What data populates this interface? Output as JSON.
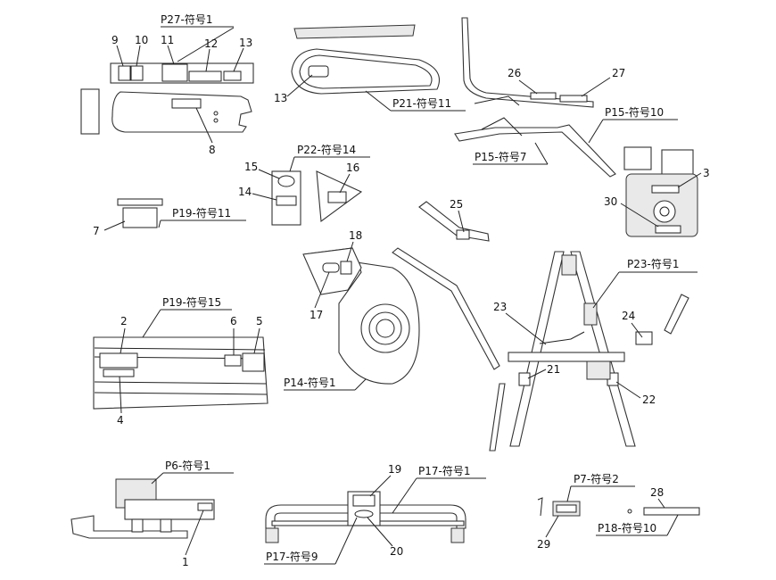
{
  "diagram": {
    "refs": {
      "p27_1": "P27-符号1",
      "p21_11": "P21-符号11",
      "p15_10": "P15-符号10",
      "p15_7": "P15-符号7",
      "p22_14": "P22-符号14",
      "p19_11": "P19-符号11",
      "p23_1": "P23-符号1",
      "p19_15": "P19-符号15",
      "p14_1": "P14-符号1",
      "p6_1": "P6-符号1",
      "p17_1": "P17-符号1",
      "p17_9": "P17-符号9",
      "p7_2": "P7-符号2",
      "p18_10": "P18-符号10"
    },
    "callouts": {
      "n1": "1",
      "n2": "2",
      "n3": "3",
      "n4": "4",
      "n5": "5",
      "n6": "6",
      "n7": "7",
      "n8": "8",
      "n9": "9",
      "n10": "10",
      "n11": "11",
      "n12": "12",
      "n13a": "13",
      "n13b": "13",
      "n14": "14",
      "n15": "15",
      "n16": "16",
      "n17": "17",
      "n18": "18",
      "n19": "19",
      "n20": "20",
      "n21": "21",
      "n22": "22",
      "n23": "23",
      "n24": "24",
      "n25": "25",
      "n26": "26",
      "n27": "27",
      "n28": "28",
      "n29": "29",
      "n30": "30"
    }
  }
}
